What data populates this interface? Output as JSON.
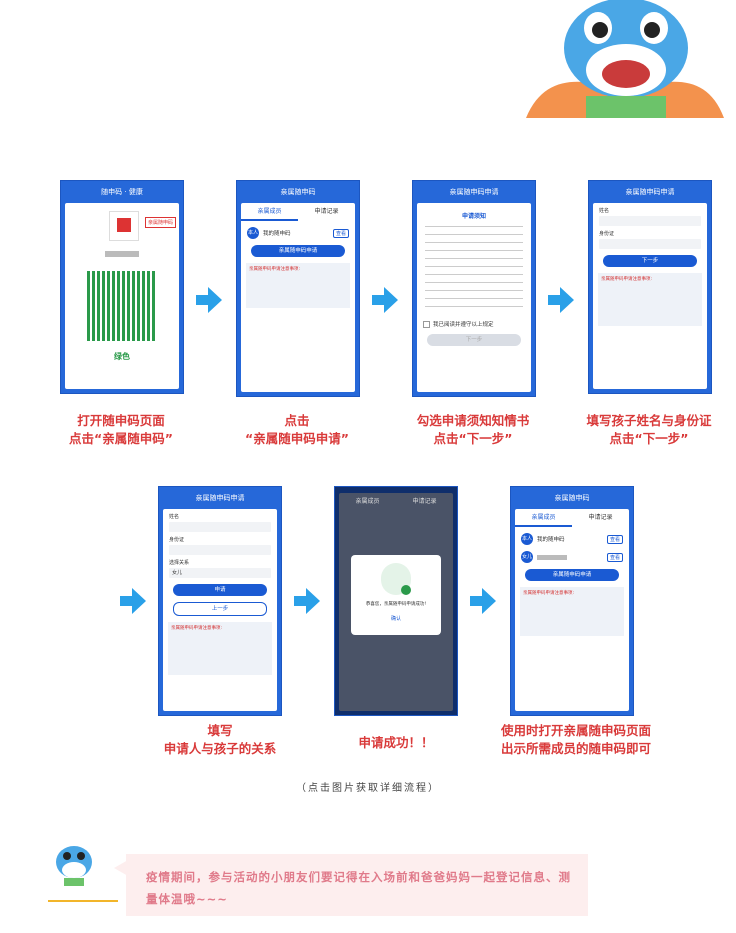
{
  "steps_row1": [
    {
      "caption": [
        "打开随申码页面",
        "点击“亲属随申码”"
      ]
    },
    {
      "caption": [
        "点击",
        "“亲属随申码申请”"
      ]
    },
    {
      "caption": [
        "勾选申请须知知情书",
        "点击“下一步”"
      ]
    },
    {
      "caption": [
        "填写孩子姓名与身份证",
        "点击“下一步”"
      ]
    }
  ],
  "steps_row2": [
    {
      "caption": [
        "填写",
        "申请人与孩子的关系"
      ]
    },
    {
      "caption": [
        "申请成功！！"
      ]
    },
    {
      "caption": [
        "使用时打开亲属随申码页面",
        "出示所需成员的随申码即可"
      ]
    }
  ],
  "screen1": {
    "header": "随申码 · 健康",
    "link": "亲属随申码",
    "status": "绿色"
  },
  "screen2": {
    "header": "亲属随申码",
    "tab1": "亲属成员",
    "tab2": "申请记录",
    "self_tag": "本人",
    "self_label": "我的随申码",
    "view": "查看",
    "apply_btn": "亲属随申码申请",
    "notice_title": "亲属随申码申请注意事项:"
  },
  "screen3": {
    "header": "亲属随申码申请",
    "title": "申请须知",
    "agree": "我已阅读并遵守以上规定",
    "next": "下一步"
  },
  "screen4": {
    "header": "亲属随申码申请",
    "name_label": "姓名",
    "id_label": "身份证",
    "next": "下一步",
    "notice_title": "亲属随申码申请注意事项:"
  },
  "screen5": {
    "header": "亲属随申码申请",
    "name_label": "姓名",
    "id_label": "身份证",
    "relation_label": "选择关系",
    "relation_value": "女儿",
    "submit": "申请",
    "back": "上一步",
    "notice_title": "亲属随申码申请注意事项:"
  },
  "screen6": {
    "tab1": "亲属成员",
    "tab2": "申请记录",
    "success": "恭喜您，亲属随申码申请成功!",
    "confirm": "确认"
  },
  "screen7": {
    "header": "亲属随申码",
    "tab1": "亲属成员",
    "tab2": "申请记录",
    "self_tag": "本人",
    "self_label": "我的随申码",
    "child_tag": "女儿",
    "view": "查看",
    "apply_btn": "亲属随申码申请",
    "notice_title": "亲属随申码申请注意事项:"
  },
  "note": "（点击图片获取详细流程）",
  "footer": "疫情期间，参与活动的小朋友们要记得在入场前和爸爸妈妈一起登记信息、测量体温哦~~~",
  "colors": {
    "accent_blue": "#1a5ad3",
    "caption_red": "#d93a3a",
    "footer_pink": "#fdeeee"
  }
}
